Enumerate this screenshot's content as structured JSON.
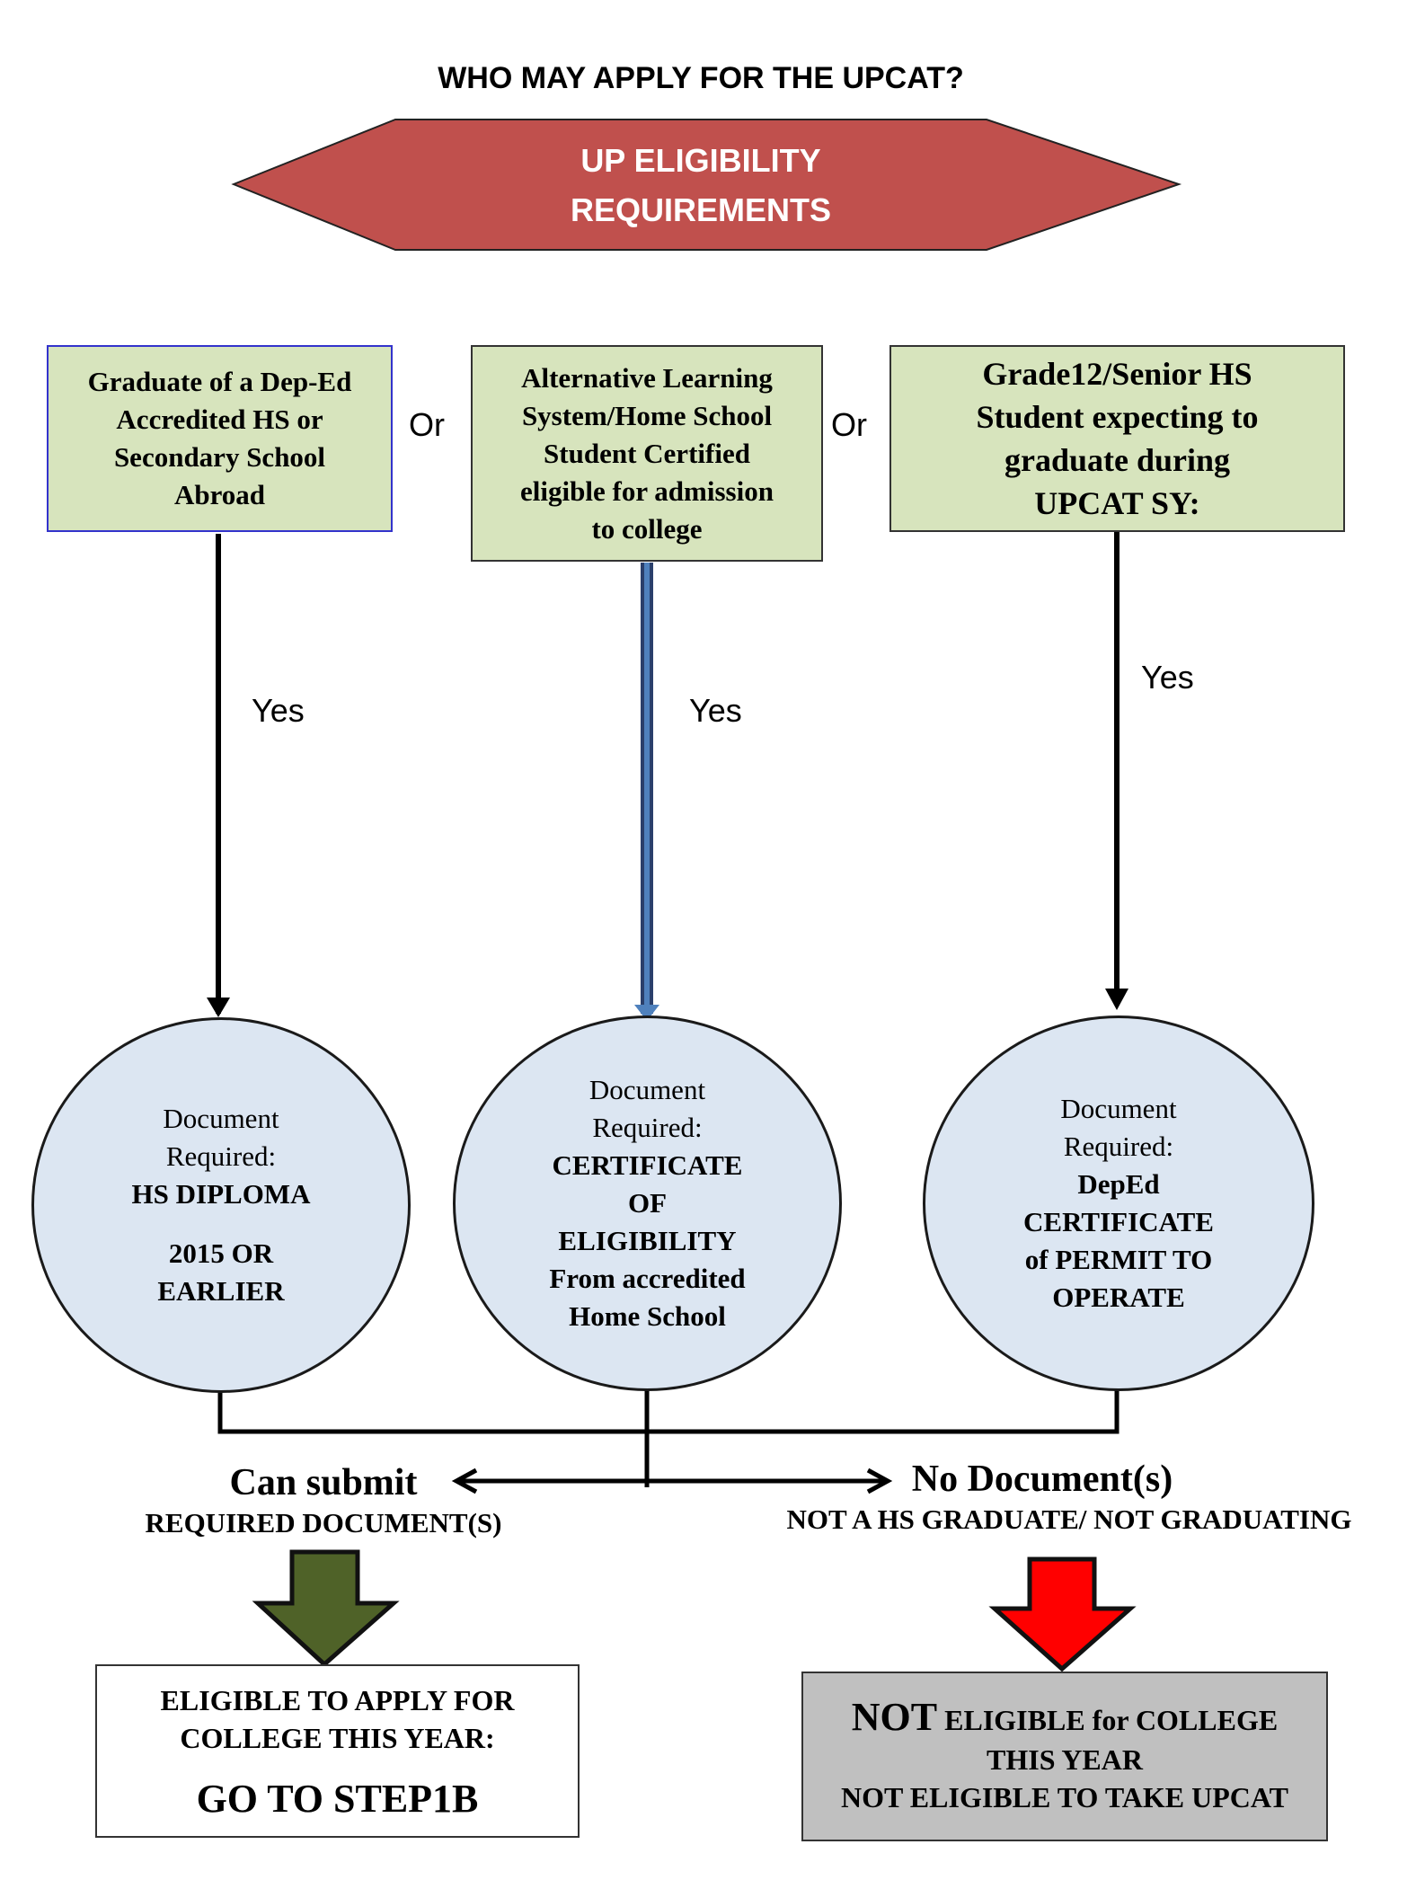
{
  "title": "WHO MAY APPLY FOR THE UPCAT?",
  "banner": {
    "line1": "UP ELIGIBILITY",
    "line2": "REQUIREMENTS",
    "fill": "#c0504d"
  },
  "options": [
    {
      "lines": [
        "Graduate of a Dep-Ed",
        "Accredited HS or",
        "Secondary School",
        "Abroad"
      ]
    },
    {
      "lines": [
        "Alternative Learning",
        "System/Home School",
        "Student Certified",
        "eligible for admission",
        "to college"
      ]
    },
    {
      "lines": [
        "Grade12/Senior HS",
        "Student expecting to",
        "graduate during",
        "UPCAT SY:"
      ]
    }
  ],
  "or_label": "Or",
  "yes_label": "Yes",
  "documents": [
    {
      "heading1": "Document",
      "heading2": "Required:",
      "lines": [
        "HS DIPLOMA",
        "2015 OR",
        "EARLIER"
      ]
    },
    {
      "heading1": "Document",
      "heading2": "Required:",
      "lines": [
        "CERTIFICATE",
        "OF",
        "ELIGIBILITY",
        "From accredited",
        "Home School"
      ]
    },
    {
      "heading1": "Document",
      "heading2": "Required:",
      "lines": [
        "DepEd",
        "CERTIFICATE",
        "of PERMIT TO",
        "OPERATE"
      ]
    }
  ],
  "submit": {
    "line1": "Can submit",
    "line2": "REQUIRED DOCUMENT(S)",
    "arrow_color": "#4f6228"
  },
  "nodoc": {
    "line1": "No Document(s)",
    "line2": "NOT A HS GRADUATE/ NOT GRADUATING",
    "arrow_color": "#ff0000"
  },
  "eligible": {
    "line1": "ELIGIBLE TO APPLY FOR",
    "line2": "COLLEGE THIS YEAR:",
    "line3": "GO TO STEP1B"
  },
  "not_eligible": {
    "big": "NOT",
    "line1_rest": " ELIGIBLE for COLLEGE",
    "line2": "THIS YEAR",
    "line3": "NOT ELIGIBLE TO TAKE UPCAT",
    "fill": "#c0c0c0"
  }
}
